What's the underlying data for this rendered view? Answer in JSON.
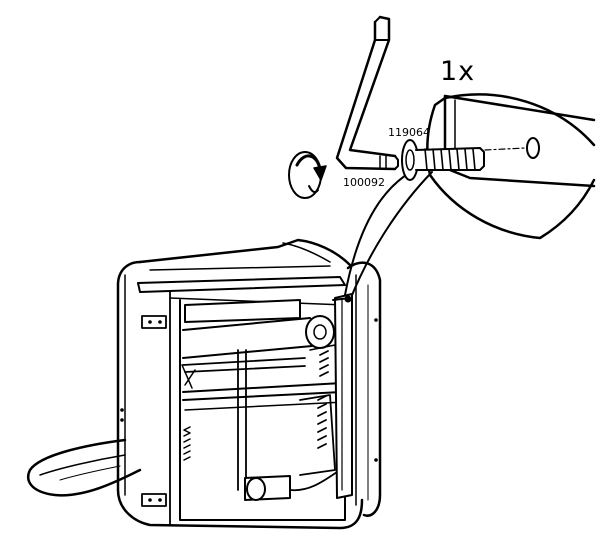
{
  "step": {
    "quantity_label": "1x",
    "parts": [
      {
        "part_number": "119064",
        "name": "bolt"
      },
      {
        "part_number": "100092",
        "name": "allen-key"
      }
    ]
  },
  "colors": {
    "ink": "#000000",
    "paper": "#ffffff",
    "rotate_arrow_fill": "#ffffff"
  },
  "icons": [
    "allen-key-icon",
    "rotate-clockwise-icon",
    "bolt-icon",
    "magnifier-callout",
    "recliner-chair-back-view"
  ]
}
